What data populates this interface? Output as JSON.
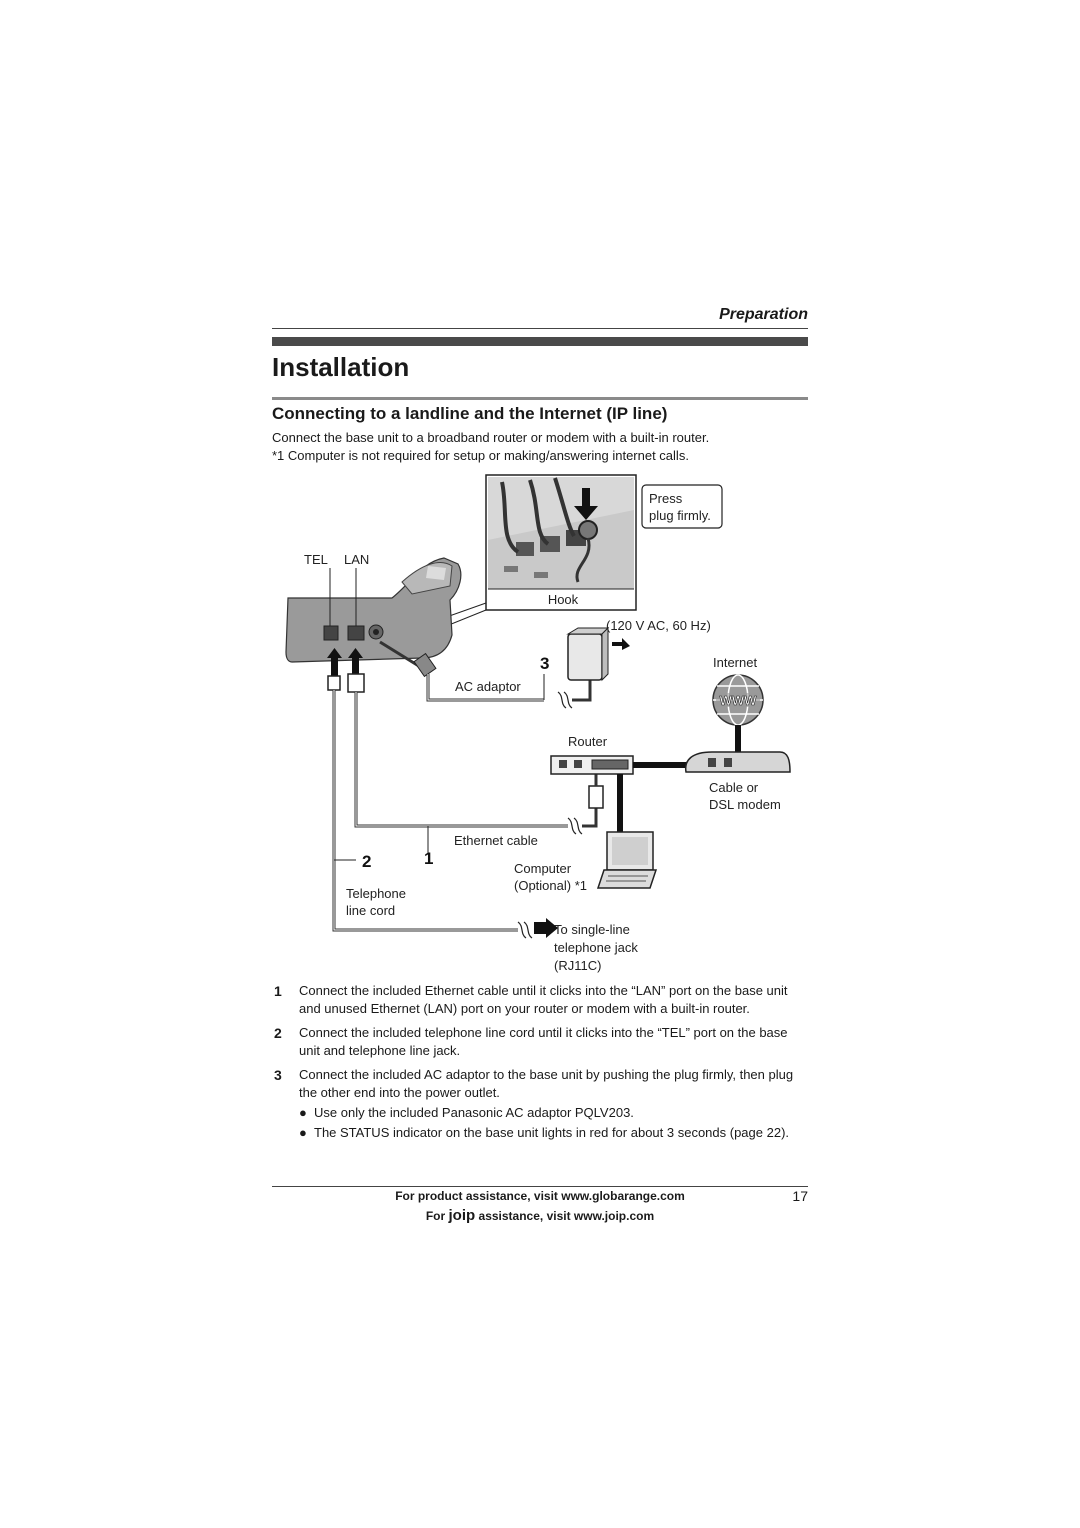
{
  "header": {
    "section": "Preparation"
  },
  "title": "Installation",
  "subsection": "Connecting to a landline and the Internet (IP line)",
  "intro": [
    "Connect the base unit to a broadband router or modem with a built-in router.",
    "*1 Computer is not required for setup or making/answering internet calls."
  ],
  "diagram": {
    "press_line1": "Press",
    "press_line2": "plug firmly.",
    "hook": "Hook",
    "port_tel": "TEL",
    "port_lan": "LAN",
    "power_spec": "(120 V AC, 60 Hz)",
    "num_3": "3",
    "num_2": "2",
    "num_1": "1",
    "ac_adaptor": "AC adaptor",
    "internet": "Internet",
    "www": "WWW",
    "router": "Router",
    "modem_line1": "Cable or",
    "modem_line2": "DSL modem",
    "ethernet_cable": "Ethernet cable",
    "computer_line1": "Computer",
    "computer_line2": "(Optional) *1",
    "tel_cord_line1": "Telephone",
    "tel_cord_line2": "line cord",
    "jack_line1": "To single-line",
    "jack_line2": "telephone jack",
    "jack_line3": "(RJ11C)"
  },
  "steps": [
    {
      "num": "1",
      "text": "Connect the included Ethernet cable until it clicks into the “LAN” port on the base unit and unused Ethernet (LAN) port on your router or modem with a built-in router."
    },
    {
      "num": "2",
      "text": "Connect the included telephone line cord until it clicks into the “TEL” port on the base unit and telephone line jack."
    },
    {
      "num": "3",
      "text": "Connect the included AC adaptor to the base unit by pushing the plug firmly, then plug the other end into the power outlet."
    }
  ],
  "bullets": [
    {
      "mark": "●",
      "text": "Use only the included Panasonic AC adaptor PQLV203."
    },
    {
      "mark": "●",
      "text": "The STATUS indicator on the base unit lights in red for about 3 seconds (page 22)."
    }
  ],
  "footer": {
    "line1": "For product assistance, visit www.globarange.com",
    "page_number": "17",
    "line2_prefix": "For ",
    "line2_brand": "joip",
    "line2_suffix": " assistance, visit www.joip.com"
  }
}
